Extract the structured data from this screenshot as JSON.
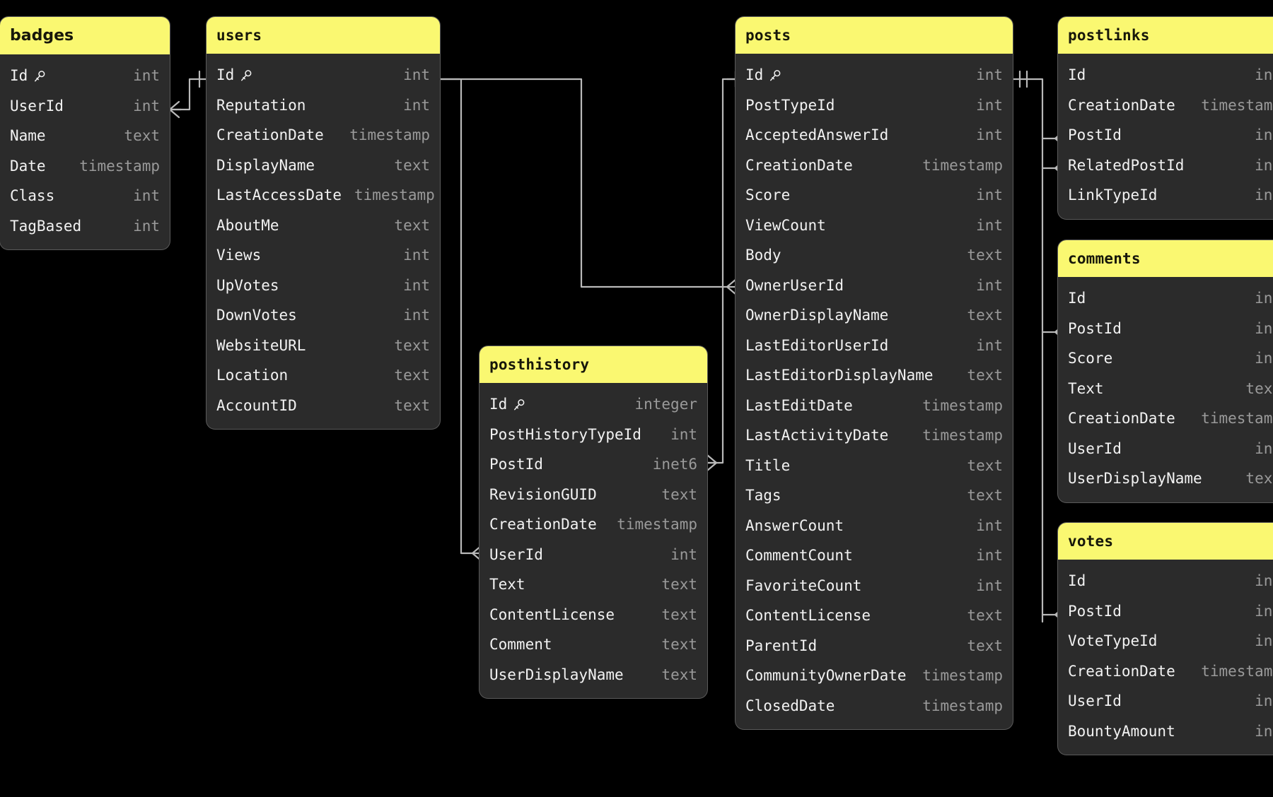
{
  "diagram": {
    "kind": "entity-relationship-diagram",
    "background": "#000000",
    "header_color": "#faf871",
    "card_color": "#2b2b2b",
    "name_color": "#f2f2f2",
    "type_color": "#9a9a9a",
    "line_color": "#b9b9b9",
    "key_glyph": "key-icon"
  },
  "tables": [
    {
      "name": "badges",
      "title_font": "sans",
      "fields": [
        {
          "name": "Id",
          "type": "int",
          "pk": true
        },
        {
          "name": "UserId",
          "type": "int",
          "pk": false
        },
        {
          "name": "Name",
          "type": "text",
          "pk": false
        },
        {
          "name": "Date",
          "type": "timestamp",
          "pk": false
        },
        {
          "name": "Class",
          "type": "int",
          "pk": false
        },
        {
          "name": "TagBased",
          "type": "int",
          "pk": false
        }
      ]
    },
    {
      "name": "users",
      "title_font": "mono",
      "fields": [
        {
          "name": "Id",
          "type": "int",
          "pk": true
        },
        {
          "name": "Reputation",
          "type": "int",
          "pk": false
        },
        {
          "name": "CreationDate",
          "type": "timestamp",
          "pk": false
        },
        {
          "name": "DisplayName",
          "type": "text",
          "pk": false
        },
        {
          "name": "LastAccessDate",
          "type": "timestamp",
          "pk": false
        },
        {
          "name": "AboutMe",
          "type": "text",
          "pk": false
        },
        {
          "name": "Views",
          "type": "int",
          "pk": false
        },
        {
          "name": "UpVotes",
          "type": "int",
          "pk": false
        },
        {
          "name": "DownVotes",
          "type": "int",
          "pk": false
        },
        {
          "name": "WebsiteURL",
          "type": "text",
          "pk": false
        },
        {
          "name": "Location",
          "type": "text",
          "pk": false
        },
        {
          "name": "AccountID",
          "type": "text",
          "pk": false
        }
      ]
    },
    {
      "name": "posthistory",
      "title_font": "mono",
      "fields": [
        {
          "name": "Id",
          "type": "integer",
          "pk": true
        },
        {
          "name": "PostHistoryTypeId",
          "type": "int",
          "pk": false
        },
        {
          "name": "PostId",
          "type": "inet6",
          "pk": false
        },
        {
          "name": "RevisionGUID",
          "type": "text",
          "pk": false
        },
        {
          "name": "CreationDate",
          "type": "timestamp",
          "pk": false
        },
        {
          "name": "UserId",
          "type": "int",
          "pk": false
        },
        {
          "name": "Text",
          "type": "text",
          "pk": false
        },
        {
          "name": "ContentLicense",
          "type": "text",
          "pk": false
        },
        {
          "name": "Comment",
          "type": "text",
          "pk": false
        },
        {
          "name": "UserDisplayName",
          "type": "text",
          "pk": false
        }
      ]
    },
    {
      "name": "posts",
      "title_font": "mono",
      "fields": [
        {
          "name": "Id",
          "type": "int",
          "pk": true
        },
        {
          "name": "PostTypeId",
          "type": "int",
          "pk": false
        },
        {
          "name": "AcceptedAnswerId",
          "type": "int",
          "pk": false
        },
        {
          "name": "CreationDate",
          "type": "timestamp",
          "pk": false
        },
        {
          "name": "Score",
          "type": "int",
          "pk": false
        },
        {
          "name": "ViewCount",
          "type": "int",
          "pk": false
        },
        {
          "name": "Body",
          "type": "text",
          "pk": false
        },
        {
          "name": "OwnerUserId",
          "type": "int",
          "pk": false
        },
        {
          "name": "OwnerDisplayName",
          "type": "text",
          "pk": false
        },
        {
          "name": "LastEditorUserId",
          "type": "int",
          "pk": false
        },
        {
          "name": "LastEditorDisplayName",
          "type": "text",
          "pk": false
        },
        {
          "name": "LastEditDate",
          "type": "timestamp",
          "pk": false
        },
        {
          "name": "LastActivityDate",
          "type": "timestamp",
          "pk": false
        },
        {
          "name": "Title",
          "type": "text",
          "pk": false
        },
        {
          "name": "Tags",
          "type": "text",
          "pk": false
        },
        {
          "name": "AnswerCount",
          "type": "int",
          "pk": false
        },
        {
          "name": "CommentCount",
          "type": "int",
          "pk": false
        },
        {
          "name": "FavoriteCount",
          "type": "int",
          "pk": false
        },
        {
          "name": "ContentLicense",
          "type": "text",
          "pk": false
        },
        {
          "name": "ParentId",
          "type": "text",
          "pk": false
        },
        {
          "name": "CommunityOwnerDate",
          "type": "timestamp",
          "pk": false
        },
        {
          "name": "ClosedDate",
          "type": "timestamp",
          "pk": false
        }
      ]
    },
    {
      "name": "postlinks",
      "title_font": "mono",
      "fields": [
        {
          "name": "Id",
          "type": "int",
          "pk": false
        },
        {
          "name": "CreationDate",
          "type": "timestamp",
          "pk": false
        },
        {
          "name": "PostId",
          "type": "int",
          "pk": false
        },
        {
          "name": "RelatedPostId",
          "type": "int",
          "pk": false
        },
        {
          "name": "LinkTypeId",
          "type": "int",
          "pk": false
        }
      ]
    },
    {
      "name": "comments",
      "title_font": "mono",
      "fields": [
        {
          "name": "Id",
          "type": "int",
          "pk": false
        },
        {
          "name": "PostId",
          "type": "int",
          "pk": false
        },
        {
          "name": "Score",
          "type": "int",
          "pk": false
        },
        {
          "name": "Text",
          "type": "text",
          "pk": false
        },
        {
          "name": "CreationDate",
          "type": "timestamp",
          "pk": false
        },
        {
          "name": "UserId",
          "type": "int",
          "pk": false
        },
        {
          "name": "UserDisplayName",
          "type": "text",
          "pk": false
        }
      ]
    },
    {
      "name": "votes",
      "title_font": "mono",
      "fields": [
        {
          "name": "Id",
          "type": "int",
          "pk": false
        },
        {
          "name": "PostId",
          "type": "int",
          "pk": false
        },
        {
          "name": "VoteTypeId",
          "type": "int",
          "pk": false
        },
        {
          "name": "CreationDate",
          "type": "timestamp",
          "pk": false
        },
        {
          "name": "UserId",
          "type": "int",
          "pk": false
        },
        {
          "name": "BountyAmount",
          "type": "int",
          "pk": false
        }
      ]
    }
  ],
  "relationships": [
    {
      "from": "users.Id",
      "to": "badges.UserId",
      "from_marker": "one",
      "to_marker": "many"
    },
    {
      "from": "users.Id",
      "to": "posts.OwnerUserId",
      "from_marker": "one",
      "to_marker": "many"
    },
    {
      "from": "users.Id",
      "to": "posthistory.UserId",
      "from_marker": "one",
      "to_marker": "many"
    },
    {
      "from": "posthistory.PostId",
      "to": "posts",
      "from_marker": "many",
      "to_marker": "one"
    },
    {
      "from": "posts.Id",
      "to": "postlinks.PostId",
      "from_marker": "one",
      "to_marker": "many"
    },
    {
      "from": "posts.Id",
      "to": "postlinks.RelatedPostId",
      "from_marker": "one",
      "to_marker": "many"
    },
    {
      "from": "posts.Id",
      "to": "comments.PostId",
      "from_marker": "one",
      "to_marker": "many"
    },
    {
      "from": "posts.Id",
      "to": "votes.PostId",
      "from_marker": "one",
      "to_marker": "many"
    }
  ]
}
